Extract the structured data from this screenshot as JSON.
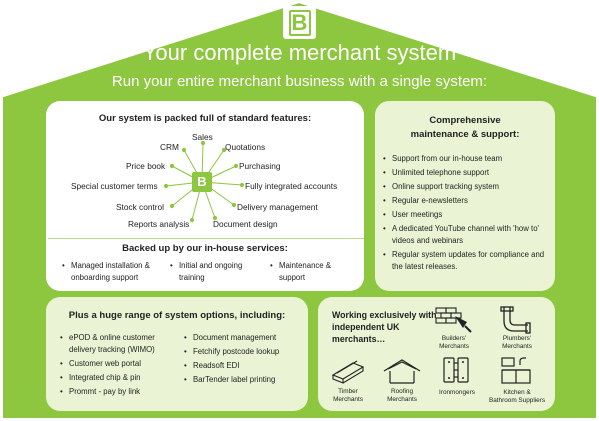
{
  "header": {
    "title": "Your complete merchant system",
    "subtitle": "Run your entire merchant business with a single system:",
    "logo_letter": "B"
  },
  "features": {
    "heading": "Our system is packed full of standard features:",
    "hub_letter": "B",
    "items": [
      "Sales",
      "Quotations",
      "Purchasing",
      "Fully integrated accounts",
      "Delivery management",
      "Document design",
      "Reports analysis",
      "Stock control",
      "Special customer terms",
      "Price book",
      "CRM"
    ]
  },
  "services": {
    "heading": "Backed up by our in-house services:",
    "items": [
      "Managed installation & onboarding support",
      "Initial and ongoing training",
      "Maintenance & support"
    ]
  },
  "maintenance": {
    "heading_line1": "Comprehensive",
    "heading_line2": "maintenance & support:",
    "items": [
      "Support from our in-house team",
      "Unlimited telephone support",
      "Online support tracking system",
      "Regular e-newsletters",
      "User meetings",
      "A dedicated YouTube channel with 'how to' videos and webinars",
      "Regular system updates for compliance and the latest releases."
    ]
  },
  "options": {
    "heading": "Plus a huge range of system options, including:",
    "col1": [
      "ePOD & online customer delivery tracking (WIMO)",
      "Customer web portal",
      "Integrated chip & pin",
      "Prommt - pay by link"
    ],
    "col2": [
      "Document management",
      "Fetchify postcode lookup",
      "Readsoft EDI",
      "BarTender label printing"
    ]
  },
  "merchants": {
    "heading": "Working exclusively with independent UK merchants…",
    "types": [
      {
        "label_1": "Builders'",
        "label_2": "Merchants",
        "icon": "bricks-trowel-icon"
      },
      {
        "label_1": "Plumbers'",
        "label_2": "Merchants",
        "icon": "pipe-icon"
      },
      {
        "label_1": "Timber",
        "label_2": "Merchants",
        "icon": "timber-icon"
      },
      {
        "label_1": "Roofing",
        "label_2": "Merchants",
        "icon": "roof-icon"
      },
      {
        "label_1": "Ironmongers",
        "label_2": "",
        "icon": "hinge-icon"
      },
      {
        "label_1": "Kitchen &",
        "label_2": "Bathroom Suppliers",
        "icon": "kitchen-icon"
      }
    ]
  },
  "colors": {
    "brand_green": "#8dc63f",
    "light_green": "#eaf4d4",
    "text": "#222222"
  }
}
